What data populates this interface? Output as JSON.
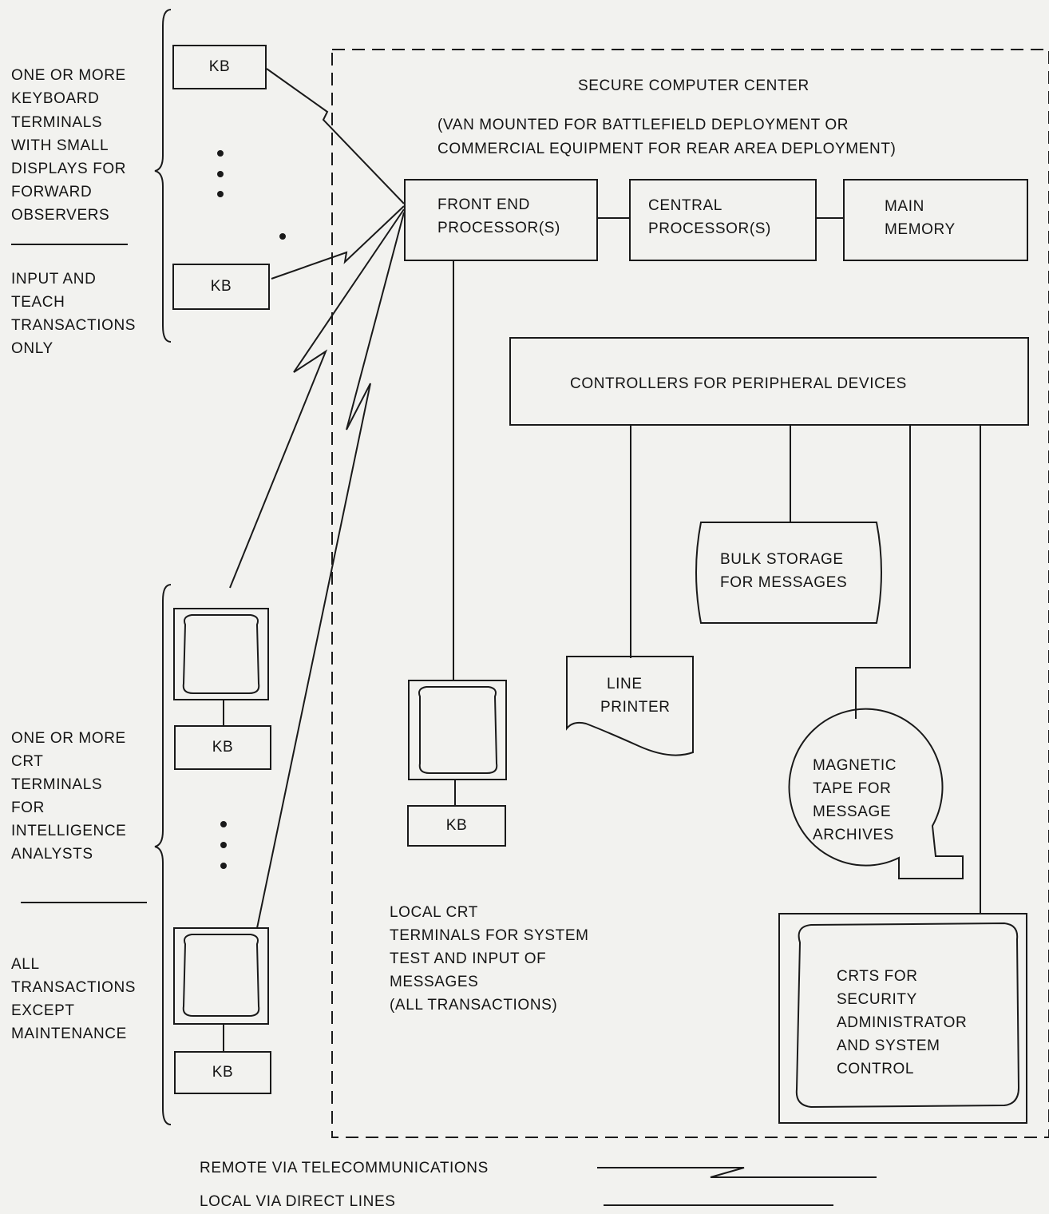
{
  "center": {
    "title": "SECURE COMPUTER CENTER",
    "note_line1": "(VAN MOUNTED FOR BATTLEFIELD DEPLOYMENT OR",
    "note_line2": "COMMERCIAL EQUIPMENT FOR REAR AREA DEPLOYMENT)"
  },
  "processors": {
    "front_end_l1": "FRONT END",
    "front_end_l2": "PROCESSOR(S)",
    "central_l1": "CENTRAL",
    "central_l2": "PROCESSOR(S)",
    "memory_l1": "MAIN",
    "memory_l2": "MEMORY"
  },
  "controllers": "CONTROLLERS FOR PERIPHERAL DEVICES",
  "bulk_storage": {
    "l1": "BULK STORAGE",
    "l2": "FOR MESSAGES"
  },
  "line_printer": {
    "l1": "LINE",
    "l2": "PRINTER"
  },
  "magnetic_tape": {
    "l1": "MAGNETIC",
    "l2": "TAPE FOR",
    "l3": "MESSAGE",
    "l4": "ARCHIVES"
  },
  "security_crt": {
    "l1": "CRTS FOR",
    "l2": "SECURITY",
    "l3": "ADMINISTRATOR",
    "l4": "AND SYSTEM",
    "l5": "CONTROL"
  },
  "local_crt": {
    "l1": "LOCAL CRT",
    "l2": "TERMINALS FOR SYSTEM",
    "l3": "TEST AND INPUT OF",
    "l4": "MESSAGES",
    "l5": "(ALL TRANSACTIONS)"
  },
  "keyboard_label": "KB",
  "left_top": {
    "l1": "ONE OR MORE",
    "l2": "KEYBOARD",
    "l3": "TERMINALS",
    "l4": "WITH SMALL",
    "l5": "DISPLAYS FOR",
    "l6": "FORWARD",
    "l7": "OBSERVERS",
    "m1": "INPUT AND",
    "m2": "TEACH",
    "m3": "TRANSACTIONS",
    "m4": "ONLY"
  },
  "left_bottom": {
    "l1": "ONE OR MORE",
    "l2": "CRT",
    "l3": "TERMINALS",
    "l4": "FOR",
    "l5": "INTELLIGENCE",
    "l6": "ANALYSTS",
    "m1": "ALL",
    "m2": "TRANSACTIONS",
    "m3": "EXCEPT",
    "m4": "MAINTENANCE"
  },
  "legend": {
    "remote": "REMOTE VIA TELECOMMUNICATIONS",
    "local": "LOCAL VIA DIRECT LINES"
  },
  "colors": {
    "ink": "#1a1a1a",
    "paper": "#f2f2ef"
  }
}
